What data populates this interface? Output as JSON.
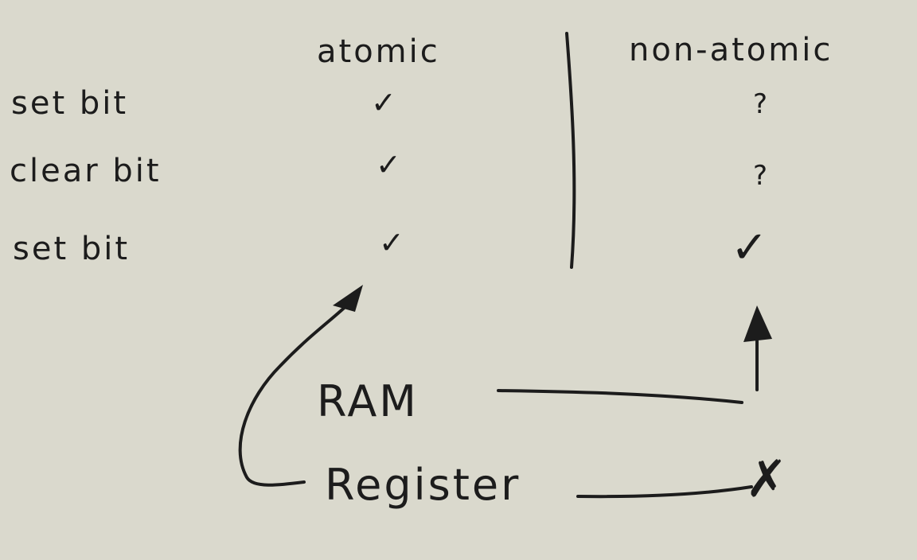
{
  "diagram": {
    "columns": {
      "atomic": "atomic",
      "non_atomic": "non-atomic"
    },
    "rows": [
      {
        "label": "set bit",
        "atomic": "✓",
        "non_atomic": "?"
      },
      {
        "label": "clear bit",
        "atomic": "✓",
        "non_atomic": "?"
      },
      {
        "label": "set bit",
        "atomic": "✓",
        "non_atomic": "✓"
      }
    ],
    "memory": {
      "ram": "RAM",
      "register": "Register",
      "register_result": "✗"
    }
  }
}
